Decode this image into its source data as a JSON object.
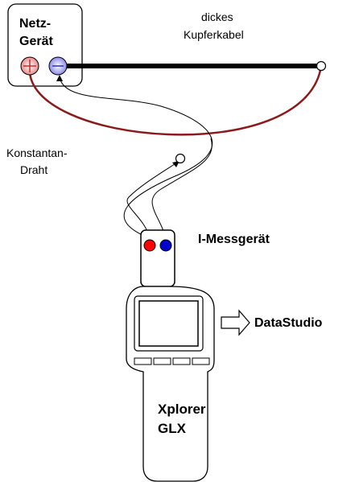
{
  "labels": {
    "power_supply_line1": "Netz-",
    "power_supply_line2": "Gerät",
    "thick_cable_line1": "dickes",
    "thick_cable_line2": "Kupferkabel",
    "constantan_line1": "Konstantan-",
    "constantan_line2": "Draht",
    "current_meter": "I-Messgerät",
    "datastudio": "DataStudio",
    "xplorer_line1": "Xplorer",
    "xplorer_line2": "GLX"
  },
  "colors": {
    "constantan_wire": "#8b1a1a",
    "copper_cable": "#000000",
    "positive_terminal": "#cc2a2a",
    "negative_terminal": "#2a2acc",
    "meter_red_jack": "#ff0000",
    "meter_blue_jack": "#0000cc"
  },
  "icons": {
    "positive_terminal": "plus-terminal-icon",
    "negative_terminal": "minus-terminal-icon",
    "export_arrow": "right-arrow-icon"
  }
}
